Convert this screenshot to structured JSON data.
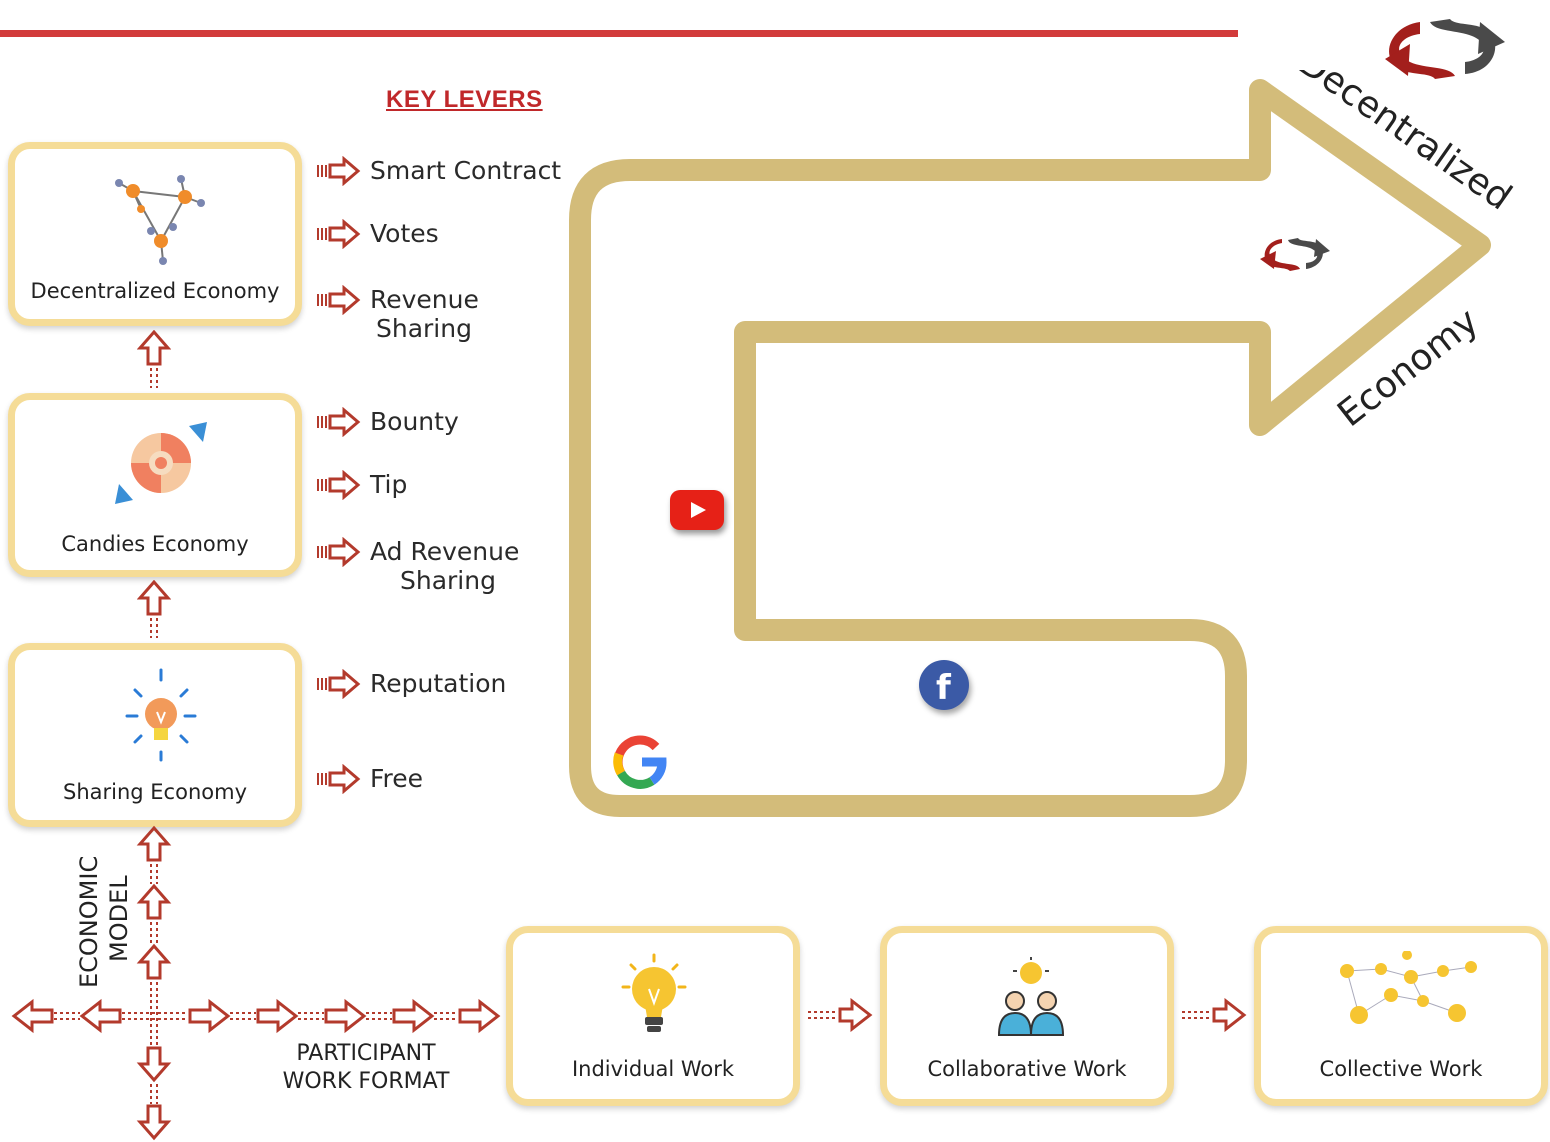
{
  "header": {
    "key_levers": "KEY LEVERS"
  },
  "models": [
    {
      "label": "Decentralized Economy",
      "icon": "network-icon"
    },
    {
      "label": "Candies Economy",
      "icon": "candy-icon"
    },
    {
      "label": "Sharing Economy",
      "icon": "lightbulb-icon"
    }
  ],
  "levers": {
    "decentralized": [
      "Smart Contract",
      "Votes",
      "Revenue",
      "Sharing"
    ],
    "candies": [
      "Bounty",
      "Tip",
      "Ad Revenue",
      "Sharing"
    ],
    "sharing": [
      "Reputation",
      "Free"
    ]
  },
  "axes": {
    "vertical_line1": "ECONOMIC",
    "vertical_line2": "MODEL",
    "horizontal_line1": "PARTICIPANT",
    "horizontal_line2": "WORK FORMAT"
  },
  "work_formats": [
    {
      "label": "Individual Work",
      "icon": "lightbulb-icon"
    },
    {
      "label": "Collaborative Work",
      "icon": "team-icon"
    },
    {
      "label": "Collective Work",
      "icon": "idea-network-icon"
    }
  ],
  "big_arrow": {
    "line1": "Decentralized",
    "line2": "Economy"
  },
  "platform_icons": [
    "youtube-icon",
    "facebook-icon",
    "google-icon"
  ],
  "colors": {
    "accent_red": "#c0282a",
    "box_border": "#f5dc97",
    "arrow_gold": "#d3bc7a",
    "dark_arrow": "#444444"
  }
}
